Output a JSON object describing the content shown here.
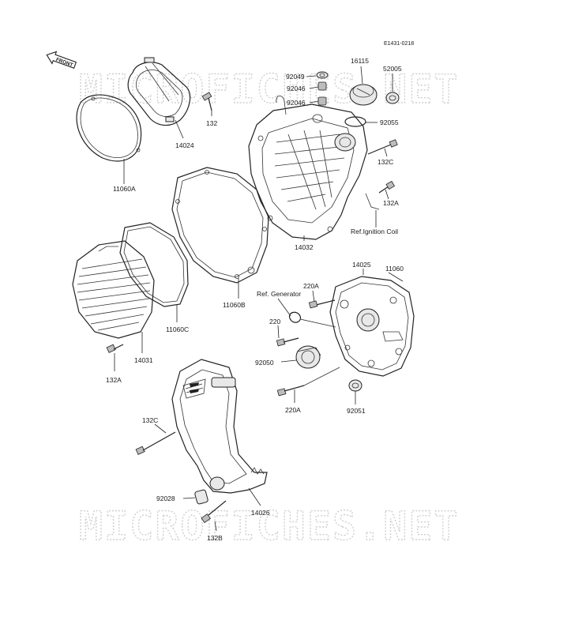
{
  "diagram_code": "E1431-0218",
  "watermark": "MICROFICHES.NET",
  "front_label": "FRONT",
  "labels": {
    "p92049": "92049",
    "p92046a": "92046",
    "p92046b": "92046",
    "p16115": "16115",
    "p52005": "52005",
    "p92055": "92055",
    "p132c_top": "132C",
    "p132a_top": "132A",
    "ref_ignition": "Ref.Ignition Coil",
    "p14032": "14032",
    "p132": "132",
    "p14024": "14024",
    "p11060a": "11060A",
    "p11060b": "11060B",
    "p11060c": "11060C",
    "p14031": "14031",
    "p132a_left": "132A",
    "p14025": "14025",
    "p11060": "11060",
    "p220a_top": "220A",
    "ref_generator": "Ref. Generator",
    "p220": "220",
    "p92050": "92050",
    "p220a_bot": "220A",
    "p92051": "92051",
    "p132c_left": "132C",
    "p92028": "92028",
    "p14026": "14026",
    "p132b": "132B"
  }
}
